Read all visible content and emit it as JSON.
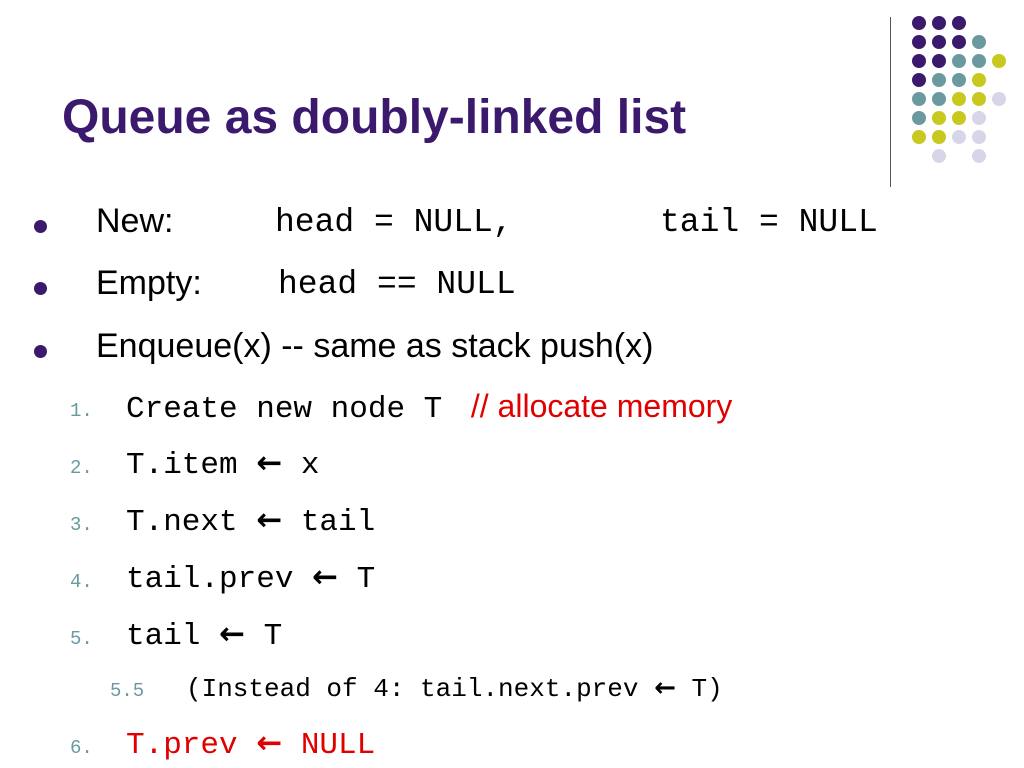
{
  "slide": {
    "title": "Queue as doubly-linked list",
    "accent_color": "#3b1a6e",
    "decoration": {
      "dot_colors": [
        "#3b1a6e",
        "#6a9aa0",
        "#c8c81e",
        "#d6d6e8"
      ]
    }
  },
  "bullets": [
    {
      "label": "New:",
      "code1": "head = NULL,",
      "code2": "tail = NULL"
    },
    {
      "label": "Empty:",
      "code1": "head == NULL"
    },
    {
      "label": "Enqueue(x) -- same as stack push(x)"
    }
  ],
  "steps": [
    {
      "num": "1.",
      "code": "Create new node T",
      "comment": "// allocate memory"
    },
    {
      "num": "2.",
      "lhs": "T.item",
      "arrow": "←",
      "rhs": "x"
    },
    {
      "num": "3.",
      "lhs": "T.next",
      "arrow": "←",
      "rhs": "tail"
    },
    {
      "num": "4.",
      "lhs": "tail.prev",
      "arrow": "←",
      "rhs": "T"
    },
    {
      "num": "5.",
      "lhs": "tail",
      "arrow": "←",
      "rhs": "T"
    },
    {
      "num": "5.5",
      "lhs": "(Instead of 4: tail.next.prev",
      "arrow": "←",
      "rhs": "T)"
    },
    {
      "num": "6.",
      "lhs": "T.prev",
      "arrow": "←",
      "rhs": "NULL",
      "highlight": "#e00000"
    }
  ]
}
